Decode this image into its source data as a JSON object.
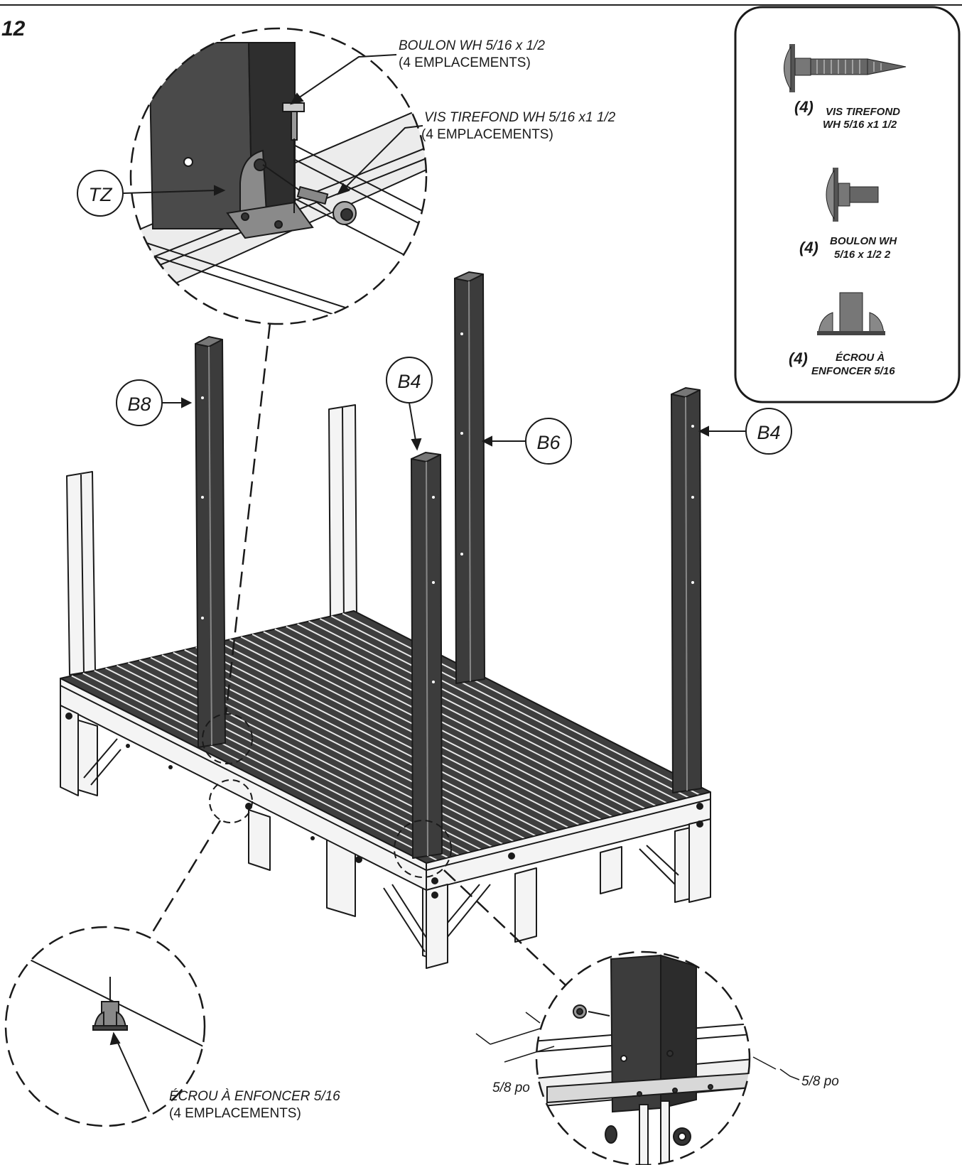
{
  "step_number": "12",
  "callouts": {
    "tz": "TZ",
    "b8": "B8",
    "b4_front": "B4",
    "b6": "B6",
    "b4_right": "B4"
  },
  "detail_top": {
    "bolt_line1": "BOULON WH 5/16 x 1/2",
    "bolt_line2": "(4 EMPLACEMENTS)",
    "lag_line1": "VIS TIREFOND WH 5/16 x1 1/2",
    "lag_line2": "(4 EMPLACEMENTS)"
  },
  "detail_bottom_left": {
    "line1": "ÉCROU À ENFONCER 5/16",
    "line2": "(4 EMPLACEMENTS)"
  },
  "detail_bottom_right": {
    "offset_left": "5/8 po",
    "offset_right": "5/8 po"
  },
  "hardware_panel": {
    "items": [
      {
        "qty": "(4)",
        "line1": "VIS TIREFOND",
        "line2": "WH 5/16 x1 1/2",
        "icon": "lag-screw-icon"
      },
      {
        "qty": "(4)",
        "line1": "BOULON WH",
        "line2": "5/16 x 1/2 2",
        "icon": "bolt-icon"
      },
      {
        "qty": "(4)",
        "line1": "ÉCROU À",
        "line2": "ENFONCER 5/16",
        "icon": "tee-nut-icon"
      }
    ]
  },
  "colors": {
    "ink": "#1a1a1a",
    "post_dark": "#3c3c3c",
    "post_light": "#f4f4f4"
  }
}
